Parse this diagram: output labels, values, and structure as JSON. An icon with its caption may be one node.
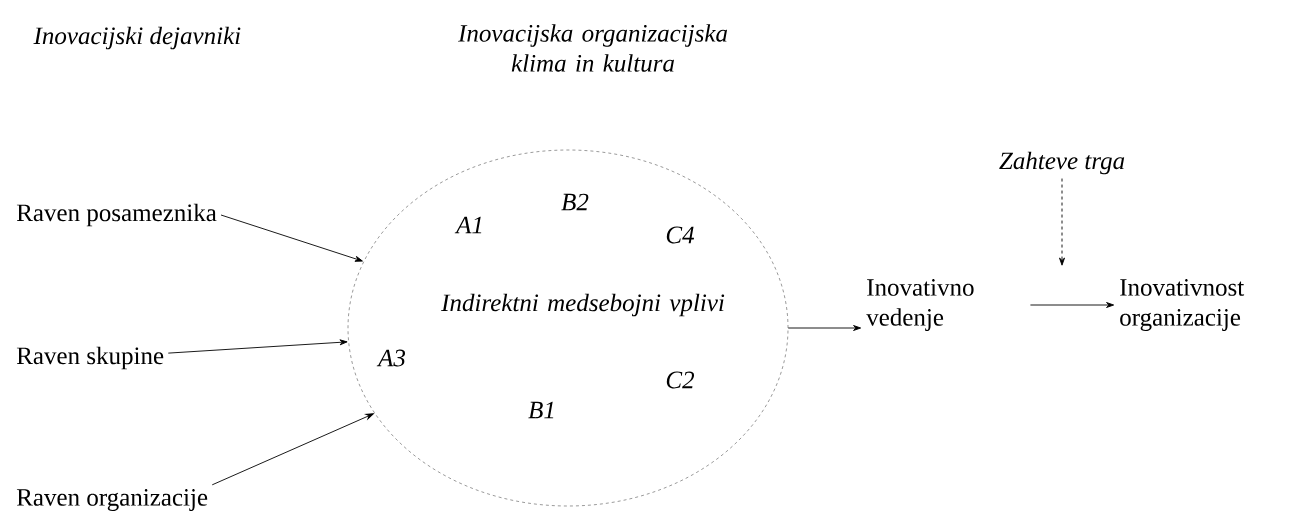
{
  "diagram": {
    "nodes": [
      {
        "text": [
          "Raven posameznika"
        ]
      },
      {
        "text": [
          "Raven skupine"
        ]
      },
      {
        "text": [
          "Raven organizacije"
        ]
      },
      {
        "text": [
          "B2",
          "A1",
          "C4",
          "Indirektni medsebojni vplivi",
          "A3",
          "C2",
          "B1"
        ]
      },
      {
        "text": [
          "Inovativno vedenje"
        ]
      },
      {
        "text": [
          "Inovativnost organizacije"
        ]
      },
      {
        "text": [
          "Zahteve trga"
        ]
      }
    ],
    "edges": [
      {
        "from": 0,
        "to": 3,
        "arrow": "to"
      },
      {
        "from": 1,
        "to": 3,
        "arrow": "to"
      },
      {
        "from": 2,
        "to": 3,
        "arrow": "to"
      },
      {
        "from": 3,
        "to": 4,
        "arrow": "to"
      },
      {
        "from": 4,
        "to": 5,
        "arrow": "to"
      },
      {
        "from": 6,
        "to": null,
        "arrow": "to",
        "style": "dashed"
      }
    ],
    "labels": [
      "Inovacijski dejavniki",
      "Inovacijska organizacijska klima in kultura"
    ]
  }
}
